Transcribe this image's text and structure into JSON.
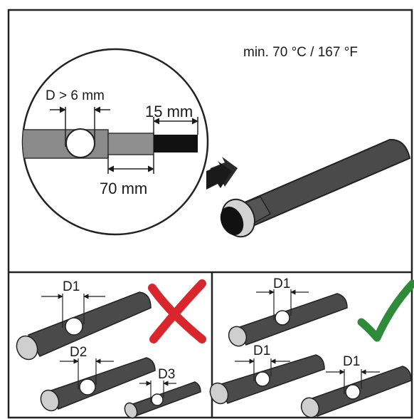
{
  "temperature": {
    "text": "min. 70 °C / 167 °F"
  },
  "detail": {
    "diameter_label": "D > 6 mm",
    "strip_label": "15 mm",
    "sheath_label": "70 mm"
  },
  "wrong_panel": {
    "labels": [
      "D1",
      "D2",
      "D3"
    ],
    "mark_icon": "cross-icon",
    "mark_color": "#d9262c"
  },
  "right_panel": {
    "labels": [
      "D1",
      "D1",
      "D1"
    ],
    "mark_icon": "checkmark-icon",
    "mark_color": "#2e8b3a"
  },
  "colors": {
    "frame": "#222222",
    "cable_dark": "#4a4a4a",
    "cable_light": "#8a8a8a",
    "conductor": "#cfcfcf"
  }
}
